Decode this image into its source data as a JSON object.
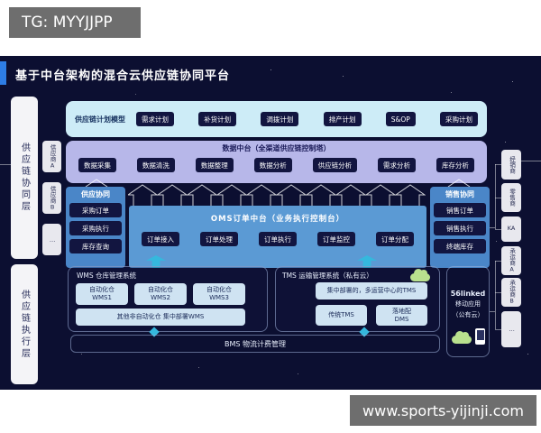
{
  "badges": {
    "top_left": "TG: MYYJJPP",
    "bottom_right": "www.sports-yijinji.com"
  },
  "diagram": {
    "title": "基于中台架构的混合云供应链协同平台",
    "left_layers": [
      "供应链协同层",
      "供应链执行层"
    ],
    "suppliers": [
      "供应商A",
      "供应商B",
      "…"
    ],
    "customers": [
      "经销商",
      "零售商",
      "KA"
    ],
    "carriers": [
      "承运商A",
      "承运商B",
      "…"
    ],
    "plan_row": {
      "label": "供应链计划模型",
      "items": [
        "需求计划",
        "补货计划",
        "调拨计划",
        "排产计划",
        "S&OP",
        "采购计划"
      ]
    },
    "data_platform": {
      "title": "数据中台（全渠道供应链控制塔）",
      "items": [
        "数据采集",
        "数据清洗",
        "数据整理",
        "数据分析",
        "供应链分析",
        "需求分析",
        "库存分析"
      ]
    },
    "supply_collab": {
      "title": "供应协同",
      "items": [
        "采购订单",
        "采购执行",
        "库存查询"
      ]
    },
    "sales_collab": {
      "title": "销售协同",
      "items": [
        "销售订单",
        "销售执行",
        "终端库存"
      ]
    },
    "oms": {
      "title": "OMS订单中台（业务执行控制台）",
      "items": [
        "订单接入",
        "订单处理",
        "订单执行",
        "订单监控",
        "订单分配"
      ]
    },
    "wms": {
      "title": "WMS 仓库管理系统",
      "cells": [
        {
          "l1": "自动化仓",
          "l2": "WMS1"
        },
        {
          "l1": "自动化仓",
          "l2": "WMS2"
        },
        {
          "l1": "自动化仓",
          "l2": "WMS3"
        }
      ],
      "wide": "其他非自动化仓 集中部署WMS"
    },
    "tms": {
      "title": "TMS 运输管理系统（私有云）",
      "wide": "集中部署的，多运营中心的TMS",
      "cell1": "传统TMS",
      "cell2": {
        "l1": "落地配",
        "l2": "DMS"
      }
    },
    "mobile": {
      "line1": "56linked",
      "line2": "移动应用",
      "line3": "（公有云）"
    },
    "bms": {
      "title": "BMS 物流计费管理"
    }
  },
  "colors": {
    "panel_navy": "#0c0f31",
    "title_accent": "#2e7de5",
    "plan_row_bg": "#cdecf7",
    "data_row_bg": "#b7b7e9",
    "dark_item_bg": "#121540",
    "oms_blue": "#5b9ad4",
    "column_blue": "#4a86c8",
    "light_cell_bg": "#cfe3f2",
    "cyan_connector": "#35b8dd",
    "cloud_green": "#b9e18e",
    "badge_gray": "#6e6e6e"
  }
}
